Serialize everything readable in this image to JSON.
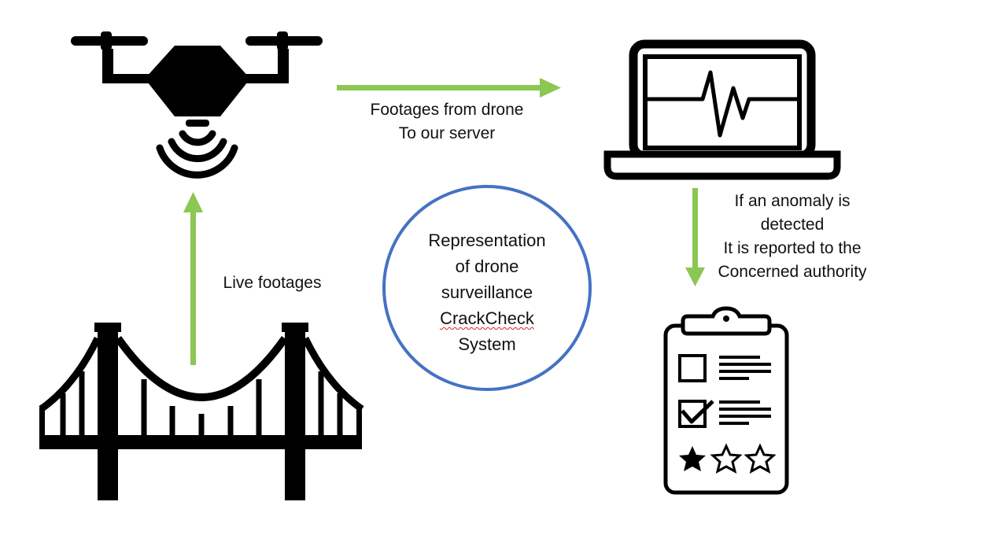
{
  "labels": {
    "drone_to_server": [
      "Footages from drone",
      "To our server"
    ],
    "live_footage": "Live footages",
    "anomaly": [
      "If an anomaly is",
      "detected",
      "It is reported to the",
      "Concerned authority"
    ]
  },
  "center_circle": {
    "lines": [
      "Representation",
      "of drone",
      "surveillance",
      "CrackCheck",
      "System"
    ]
  },
  "colors": {
    "arrow": "#8cc653",
    "circle": "#4472c4",
    "icon": "#000000"
  },
  "icons": [
    "drone-icon",
    "laptop-monitor-icon",
    "bridge-icon",
    "clipboard-checklist-icon"
  ]
}
